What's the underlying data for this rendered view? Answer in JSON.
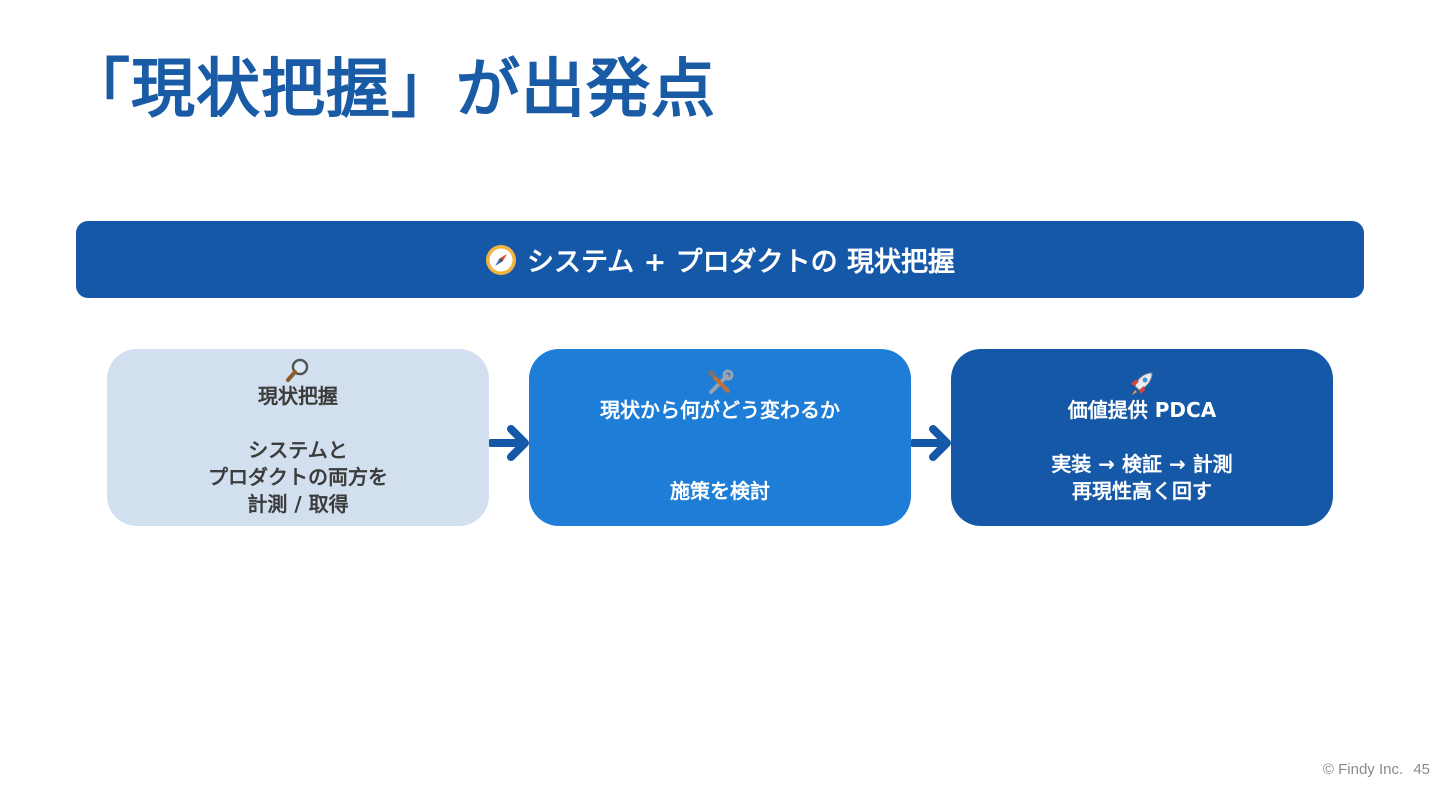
{
  "title": "「現状把握」が出発点",
  "banner": {
    "icon": "compass-icon",
    "text": "システム + プロダクトの 現状把握"
  },
  "cards": [
    {
      "icon": "magnifier-icon",
      "heading": "現状把握",
      "body": "システムと\nプロダクトの両方を\n計測 / 取得"
    },
    {
      "icon": "tools-icon",
      "heading": "現状から何がどう変わるか",
      "body": "施策を検討"
    },
    {
      "icon": "rocket-icon",
      "heading": "価値提供 PDCA",
      "body": "実装 → 検証 → 計測\n再現性高く回す"
    }
  ],
  "footer": {
    "copyright": "© Findy Inc.",
    "page_number": "45"
  },
  "colors": {
    "title": "#1a5ba6",
    "banner": "#1558a8",
    "card_light": "#d1dfef",
    "card_mid": "#1e7dd7",
    "card_dark": "#1558a8"
  }
}
